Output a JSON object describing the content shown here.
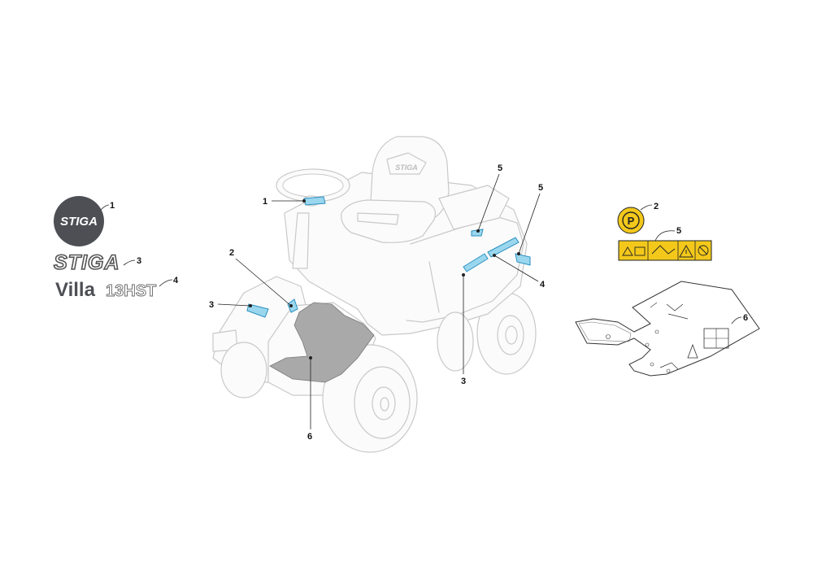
{
  "parts": {
    "stiga_circle_text": "STIGA",
    "stiga_wordmark": "STIGA",
    "villa_text": "Villa",
    "model_text": "13HST"
  },
  "callouts": {
    "n1": "1",
    "n2": "2",
    "n3": "3",
    "n4": "4",
    "n5": "5",
    "n6": "6"
  },
  "decal_labels": {
    "parking_symbol": "P"
  },
  "colors": {
    "decal_fill": "#9ad7ee",
    "decal_stroke": "#2a8fc0",
    "warning_yellow": "#f3c81b",
    "logo_dark": "#4d4f54",
    "mat_gray": "#a9a9a9"
  }
}
